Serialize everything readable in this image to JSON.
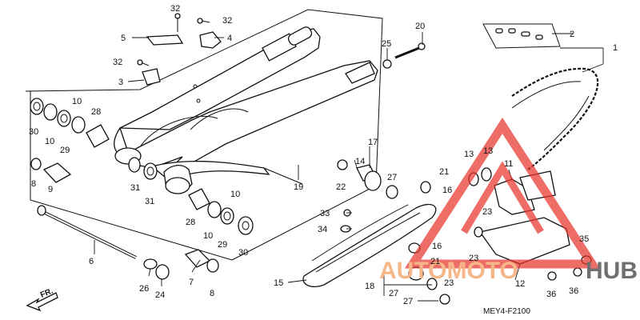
{
  "diagram": {
    "code": "MEY4-F2100",
    "callouts": [
      {
        "id": "c1",
        "text": "1"
      },
      {
        "id": "c2",
        "text": "2"
      },
      {
        "id": "c3",
        "text": "3"
      },
      {
        "id": "c4",
        "text": "4"
      },
      {
        "id": "c5",
        "text": "5"
      },
      {
        "id": "c6",
        "text": "6"
      },
      {
        "id": "c7",
        "text": "7"
      },
      {
        "id": "c8a",
        "text": "8"
      },
      {
        "id": "c8b",
        "text": "8"
      },
      {
        "id": "c9",
        "text": "9"
      },
      {
        "id": "c10a",
        "text": "10"
      },
      {
        "id": "c10b",
        "text": "10"
      },
      {
        "id": "c10c",
        "text": "10"
      },
      {
        "id": "c10d",
        "text": "10"
      },
      {
        "id": "c11",
        "text": "11"
      },
      {
        "id": "c12",
        "text": "12"
      },
      {
        "id": "c13a",
        "text": "13"
      },
      {
        "id": "c13b",
        "text": "13"
      },
      {
        "id": "c14",
        "text": "14"
      },
      {
        "id": "c15",
        "text": "15"
      },
      {
        "id": "c16a",
        "text": "16"
      },
      {
        "id": "c16b",
        "text": "16"
      },
      {
        "id": "c17",
        "text": "17"
      },
      {
        "id": "c18",
        "text": "18"
      },
      {
        "id": "c19",
        "text": "19"
      },
      {
        "id": "c20",
        "text": "20"
      },
      {
        "id": "c21a",
        "text": "21"
      },
      {
        "id": "c21b",
        "text": "21"
      },
      {
        "id": "c22",
        "text": "22"
      },
      {
        "id": "c23a",
        "text": "23"
      },
      {
        "id": "c23b",
        "text": "23"
      },
      {
        "id": "c23c",
        "text": "23"
      },
      {
        "id": "c24",
        "text": "24"
      },
      {
        "id": "c25",
        "text": "25"
      },
      {
        "id": "c26",
        "text": "26"
      },
      {
        "id": "c27a",
        "text": "27"
      },
      {
        "id": "c27b",
        "text": "27"
      },
      {
        "id": "c27c",
        "text": "27"
      },
      {
        "id": "c28a",
        "text": "28"
      },
      {
        "id": "c28b",
        "text": "28"
      },
      {
        "id": "c29a",
        "text": "29"
      },
      {
        "id": "c29b",
        "text": "29"
      },
      {
        "id": "c30a",
        "text": "30"
      },
      {
        "id": "c30b",
        "text": "30"
      },
      {
        "id": "c31a",
        "text": "31"
      },
      {
        "id": "c31b",
        "text": "31"
      },
      {
        "id": "c32a",
        "text": "32"
      },
      {
        "id": "c32b",
        "text": "32"
      },
      {
        "id": "c32c",
        "text": "32"
      },
      {
        "id": "c33",
        "text": "33"
      },
      {
        "id": "c34",
        "text": "34"
      },
      {
        "id": "c35",
        "text": "35"
      },
      {
        "id": "c36a",
        "text": "36"
      },
      {
        "id": "c36b",
        "text": "36"
      }
    ],
    "arrow_label": "FR."
  },
  "watermark": {
    "word_1": "AUTOMOTO",
    "word_2": "HUB",
    "color_1": "#f5b78a",
    "color_2": "#6f6f6f",
    "accent": "#e8352c"
  }
}
